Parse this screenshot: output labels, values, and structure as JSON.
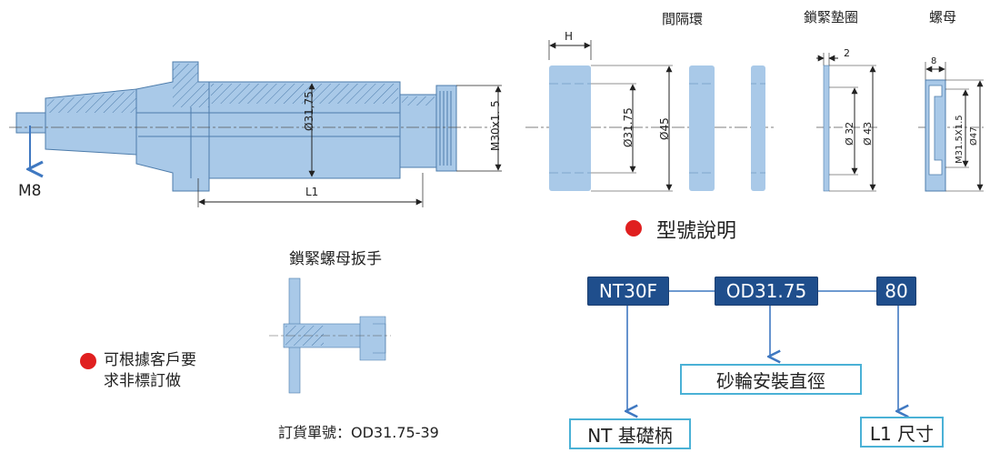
{
  "colors": {
    "part_fill": "#a9c9e8",
    "part_stroke": "#4d7cab",
    "line": "#222222",
    "arrow": "#3f78c1",
    "bullet": "#e01f1f",
    "code_box": "#1f4e8c",
    "desc_border": "#4ab1d6"
  },
  "drawing": {
    "m8_label": "M8",
    "dim_l1": "L1",
    "dim_bore": "Ø31,75",
    "dim_thread": "M30x1. 5"
  },
  "spacer": {
    "title": "間隔環",
    "dim_h": "H",
    "dim_bore": "Ø31.75",
    "dim_outer": "Ø45"
  },
  "washer": {
    "title": "鎖緊墊圈",
    "dim_thickness": "2",
    "dim_inner": "Ø 32",
    "dim_outer": "Ø 43"
  },
  "nut": {
    "title": "螺母",
    "dim_thickness": "8",
    "dim_thread": "M31.5X1.5",
    "dim_outer": "Ø47"
  },
  "wrench": {
    "title": "鎖緊螺母扳手",
    "order_label": "訂貨單號：OD31.75-39"
  },
  "custom_note": {
    "line1": "可根據客戶要",
    "line2": "求非標訂做"
  },
  "model": {
    "title": "型號說明",
    "codes": [
      "NT30F",
      "OD31.75",
      "80"
    ],
    "descriptions": [
      "NT 基礎柄",
      "砂輪安裝直徑",
      "L1 尺寸"
    ]
  }
}
